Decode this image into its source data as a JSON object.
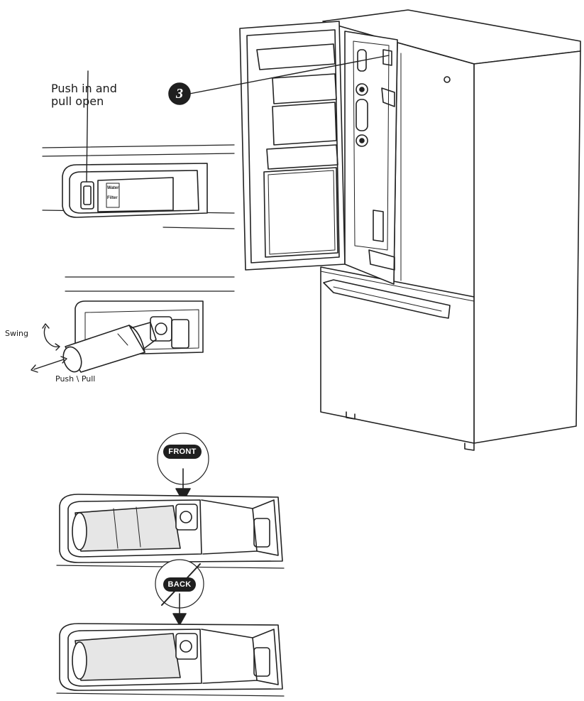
{
  "labels": {
    "push_in": "Push in and\npull open",
    "swing": "Swing",
    "push_pull": "Push \\ Pull",
    "front": "FRONT",
    "back": "BACK",
    "step": "3"
  },
  "housing_text": [
    "Water",
    "Filter"
  ],
  "colors": {
    "line": "#222222",
    "pill_fill": "#1f1f1f",
    "paper": "#ffffff",
    "filter_shade": "#e6e6e6"
  }
}
